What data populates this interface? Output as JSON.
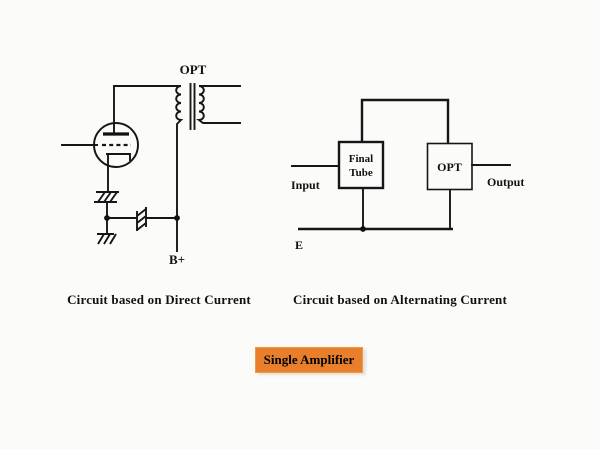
{
  "colors": {
    "accent_orange": "#e87f2c",
    "line": "#161616",
    "background": "#fbfbfa"
  },
  "dc_circuit": {
    "caption": "Circuit based on Direct Current",
    "labels": {
      "transformer": "OPT",
      "supply": "B+"
    }
  },
  "ac_circuit": {
    "caption": "Circuit based on Alternating Current",
    "labels": {
      "final_tube_line1": "Final",
      "final_tube_line2": "Tube",
      "opt": "OPT",
      "input": "Input",
      "output": "Output",
      "ground": "E"
    }
  },
  "banner": {
    "title": "Single Amplifier"
  }
}
